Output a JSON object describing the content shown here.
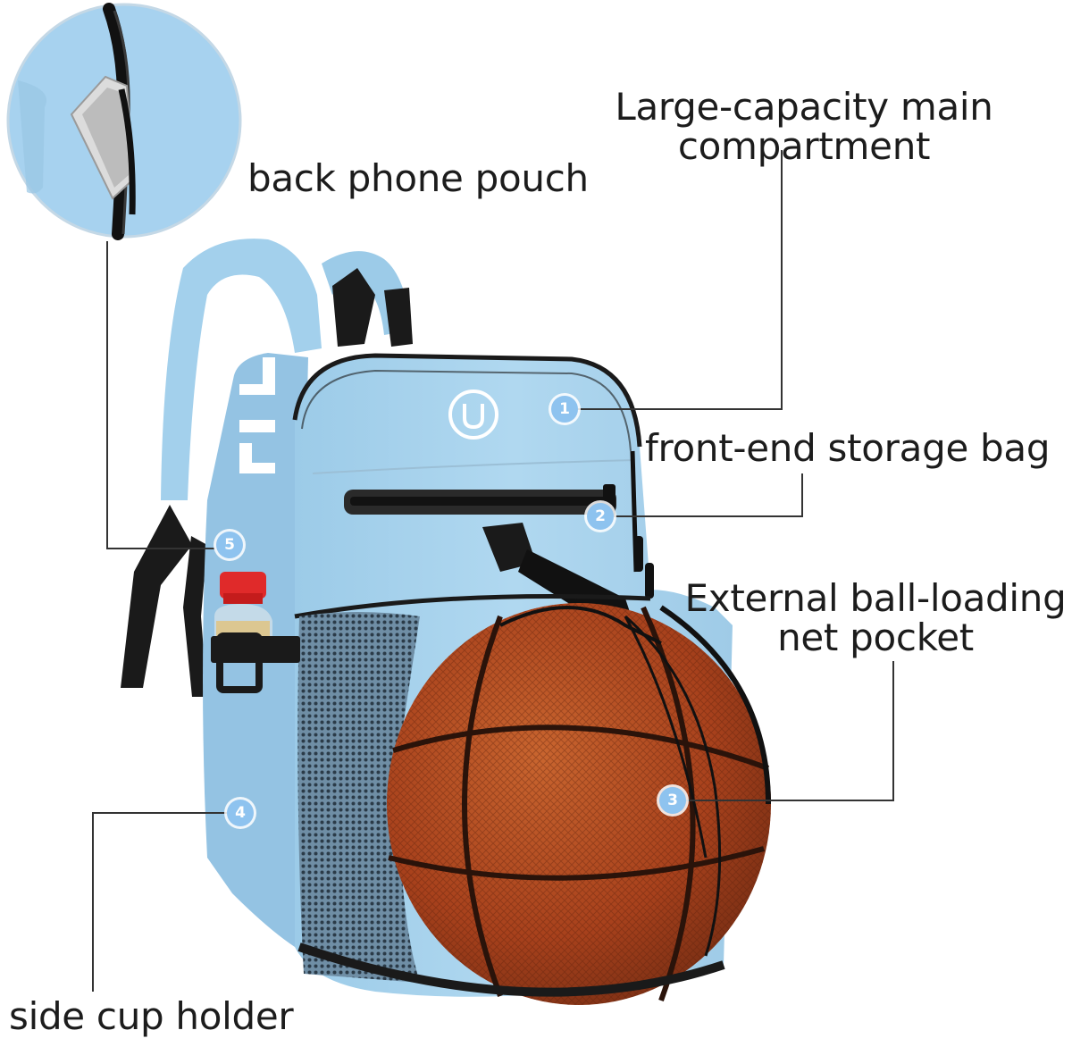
{
  "labels": {
    "back_phone_pouch": "back phone pouch",
    "main_compartment_line1": "Large-capacity main",
    "main_compartment_line2": "compartment",
    "front_storage": "front-end storage bag",
    "net_pocket_line1": "External ball-loading",
    "net_pocket_line2": "net pocket",
    "side_cup": "side cup holder"
  },
  "badges": [
    "1",
    "2",
    "3",
    "4",
    "5"
  ],
  "colors": {
    "bag_blue": "#a9d4ee",
    "bag_shadow": "#8fc0e0",
    "badge_blue": "#8ec3ef",
    "strap_black": "#1a1a1a",
    "ball_orange": "#b24a22",
    "leader_line": "#333333",
    "bottle_cap": "#e02a2a"
  }
}
